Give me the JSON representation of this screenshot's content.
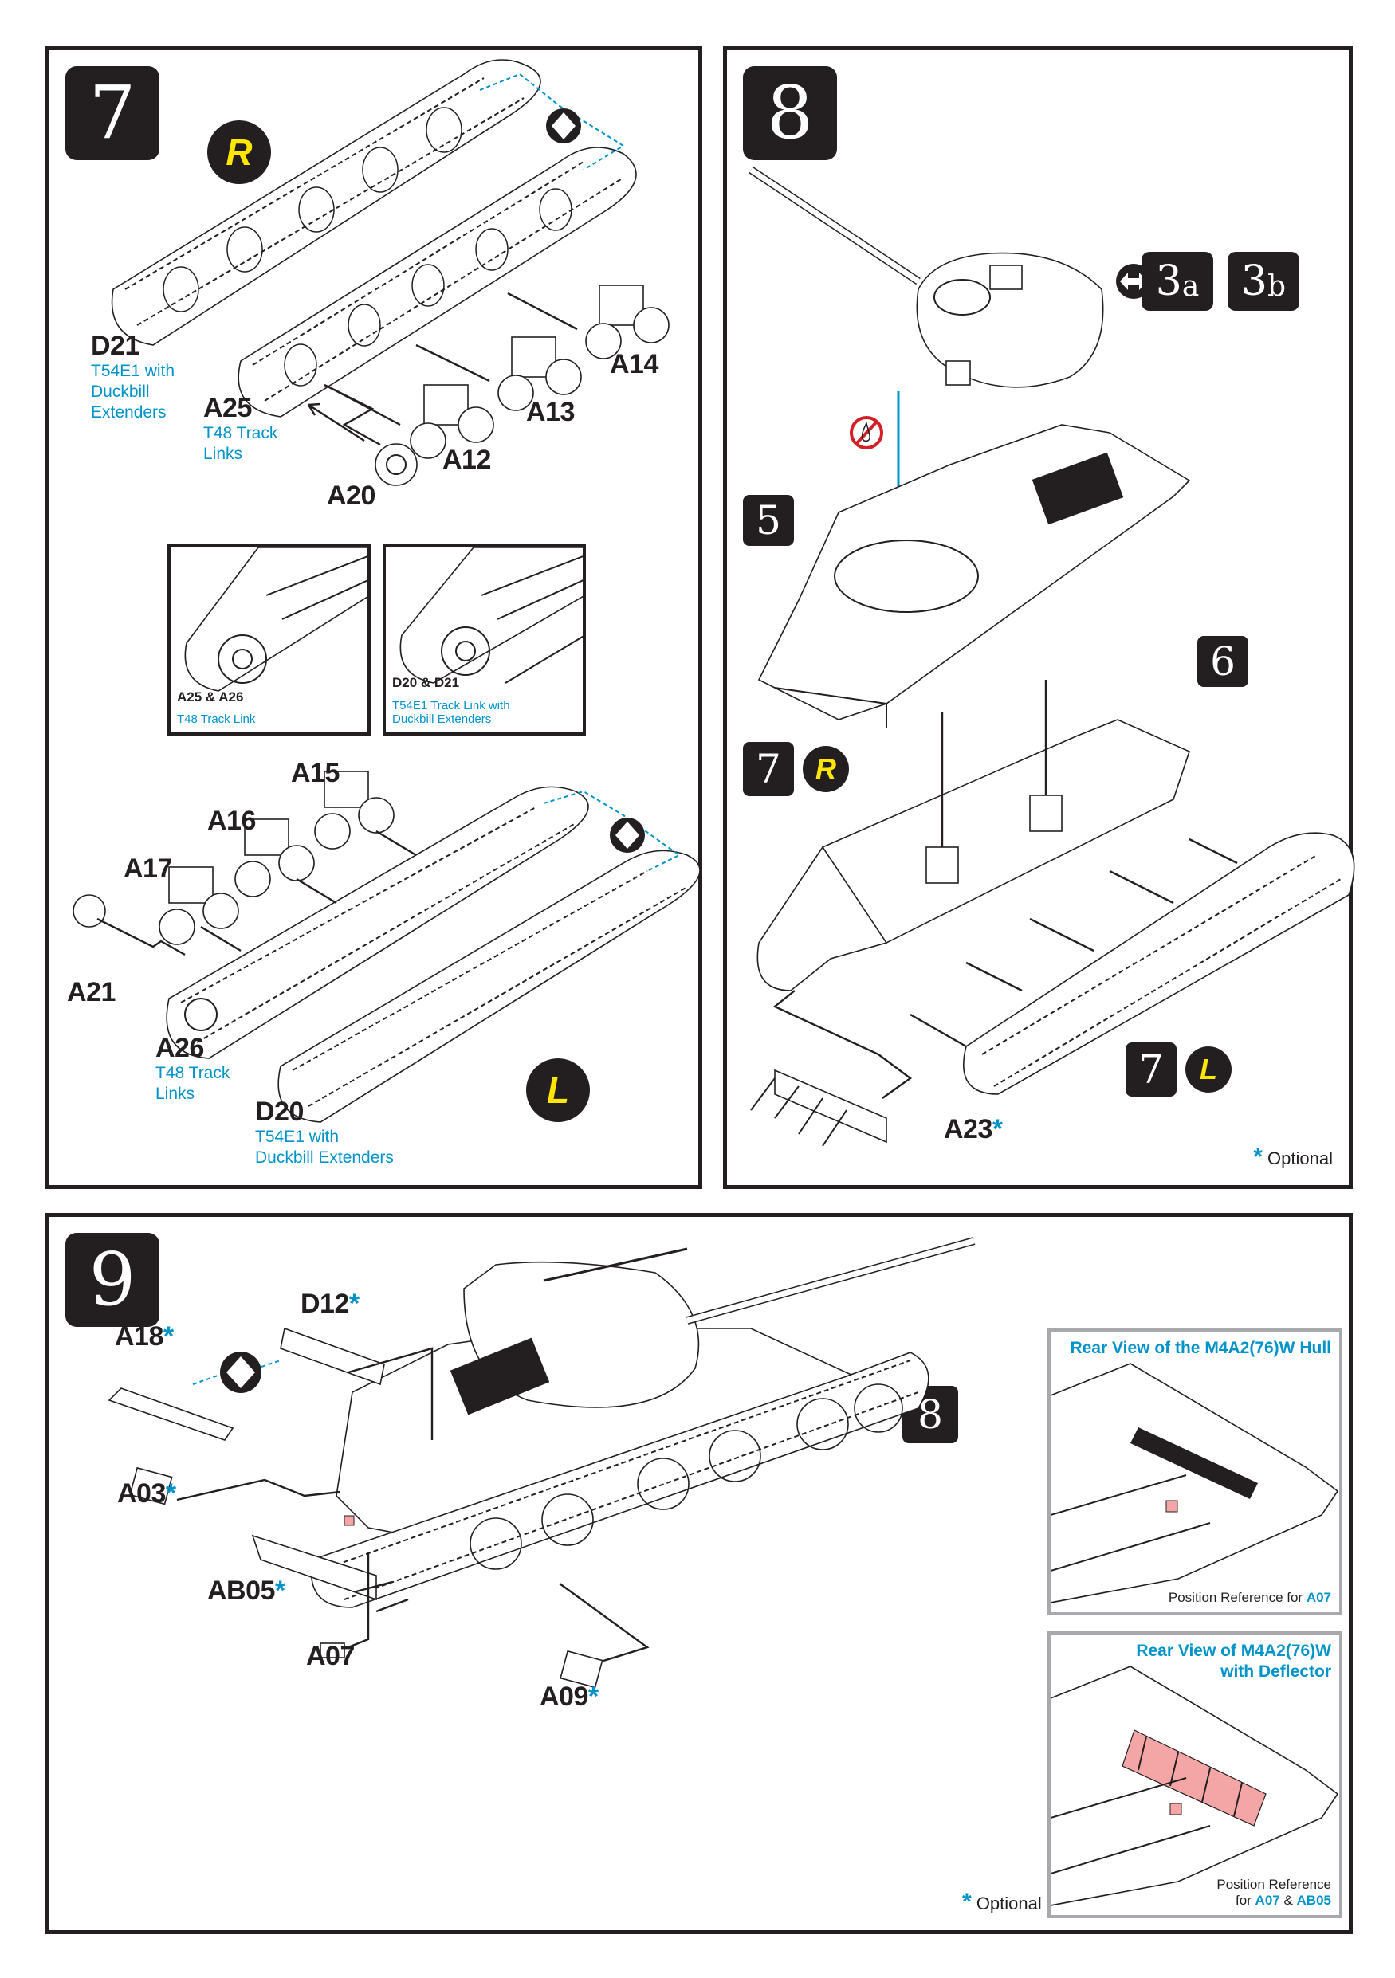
{
  "steps": {
    "step7": {
      "number": "7",
      "side_upper": "R",
      "side_lower": "L",
      "parts": {
        "D21": {
          "label": "D21",
          "desc": "T54E1 with\nDuckbill\nExtenders"
        },
        "A25": {
          "label": "A25",
          "desc": "T48 Track\nLinks"
        },
        "A20": {
          "label": "A20"
        },
        "A12": {
          "label": "A12"
        },
        "A13": {
          "label": "A13"
        },
        "A14": {
          "label": "A14"
        },
        "A15": {
          "label": "A15"
        },
        "A16": {
          "label": "A16"
        },
        "A17": {
          "label": "A17"
        },
        "A21": {
          "label": "A21"
        },
        "A26": {
          "label": "A26",
          "desc": "T48 Track\nLinks"
        },
        "D20": {
          "label": "D20",
          "desc": "T54E1 with\nDuckbill Extenders"
        }
      },
      "insets": [
        {
          "title": "A25 & A26",
          "subtitle": "T48 Track Link"
        },
        {
          "title": "D20 & D21",
          "subtitle": "T54E1 Track Link with\nDuckbill Extenders"
        }
      ],
      "alternative_icon": "alternative-option-icon"
    },
    "step8": {
      "number": "8",
      "ref_3a": "3",
      "ref_3a_sub": "a",
      "ref_3b": "3",
      "ref_3b_sub": "b",
      "ref_5": "5",
      "ref_6": "6",
      "ref_7r": "7",
      "ref_7r_side": "R",
      "ref_7l": "7",
      "ref_7l_side": "L",
      "part_A23": "A23",
      "no_glue_icon": "no-glue-icon",
      "optional_label": "Optional"
    },
    "step9": {
      "number": "9",
      "ref_8": "8",
      "parts": {
        "D12": "D12",
        "A18": "A18",
        "A03": "A03",
        "AB05": "AB05",
        "A07": "A07",
        "A09": "A09"
      },
      "optional_star": "*",
      "optional_label": "Optional",
      "reference_views": [
        {
          "title": "Rear View of the M4A2(76)W Hull",
          "note_prefix": "Position Reference for ",
          "note_parts": "A07"
        },
        {
          "title": "Rear View of M4A2(76)W\nwith Deflector",
          "note_prefix": "Position Reference\nfor ",
          "note_part1": "A07",
          "note_join": " & ",
          "note_part2": "AB05"
        }
      ]
    }
  },
  "colors": {
    "ink": "#231f20",
    "accent_blue": "#0093c9",
    "badge_yellow": "#ffe600",
    "highlight_pink": "#f4a6a6",
    "no_glue_red": "#d32027",
    "ref_border_gray": "#a7a9ac"
  }
}
